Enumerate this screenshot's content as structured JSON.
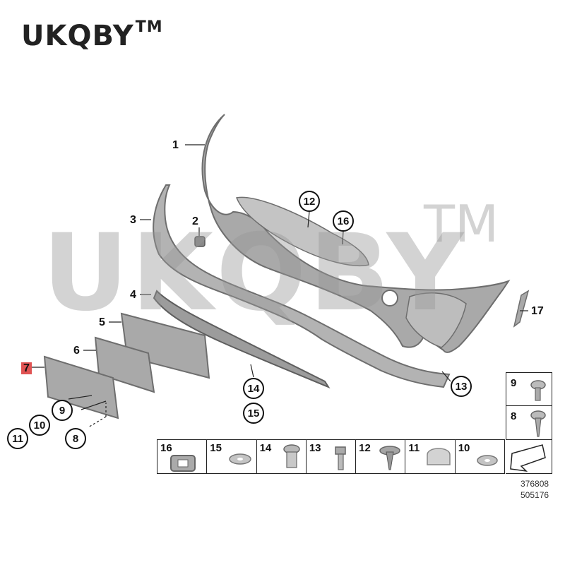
{
  "brand": {
    "name": "UKQBY",
    "tm": "TM"
  },
  "watermark": {
    "text": "UKQBY",
    "tm": "TM"
  },
  "callouts": {
    "c1": "1",
    "c2": "2",
    "c3": "3",
    "c4": "4",
    "c5": "5",
    "c6": "6",
    "c7": "7",
    "c8": "8",
    "c9": "9",
    "c10": "10",
    "c11": "11",
    "c12": "12",
    "c13": "13",
    "c14": "14",
    "c15": "15",
    "c16": "16",
    "c17": "17"
  },
  "legend": [
    "16",
    "15",
    "14",
    "13",
    "12",
    "11",
    "10"
  ],
  "side_legend": [
    "9",
    "8"
  ],
  "codes": {
    "code1": "376808",
    "code2": "505176"
  },
  "colors": {
    "part_fill": "#a9a9a9",
    "part_edge": "#6e6e6e",
    "highlight": "#e05353"
  }
}
